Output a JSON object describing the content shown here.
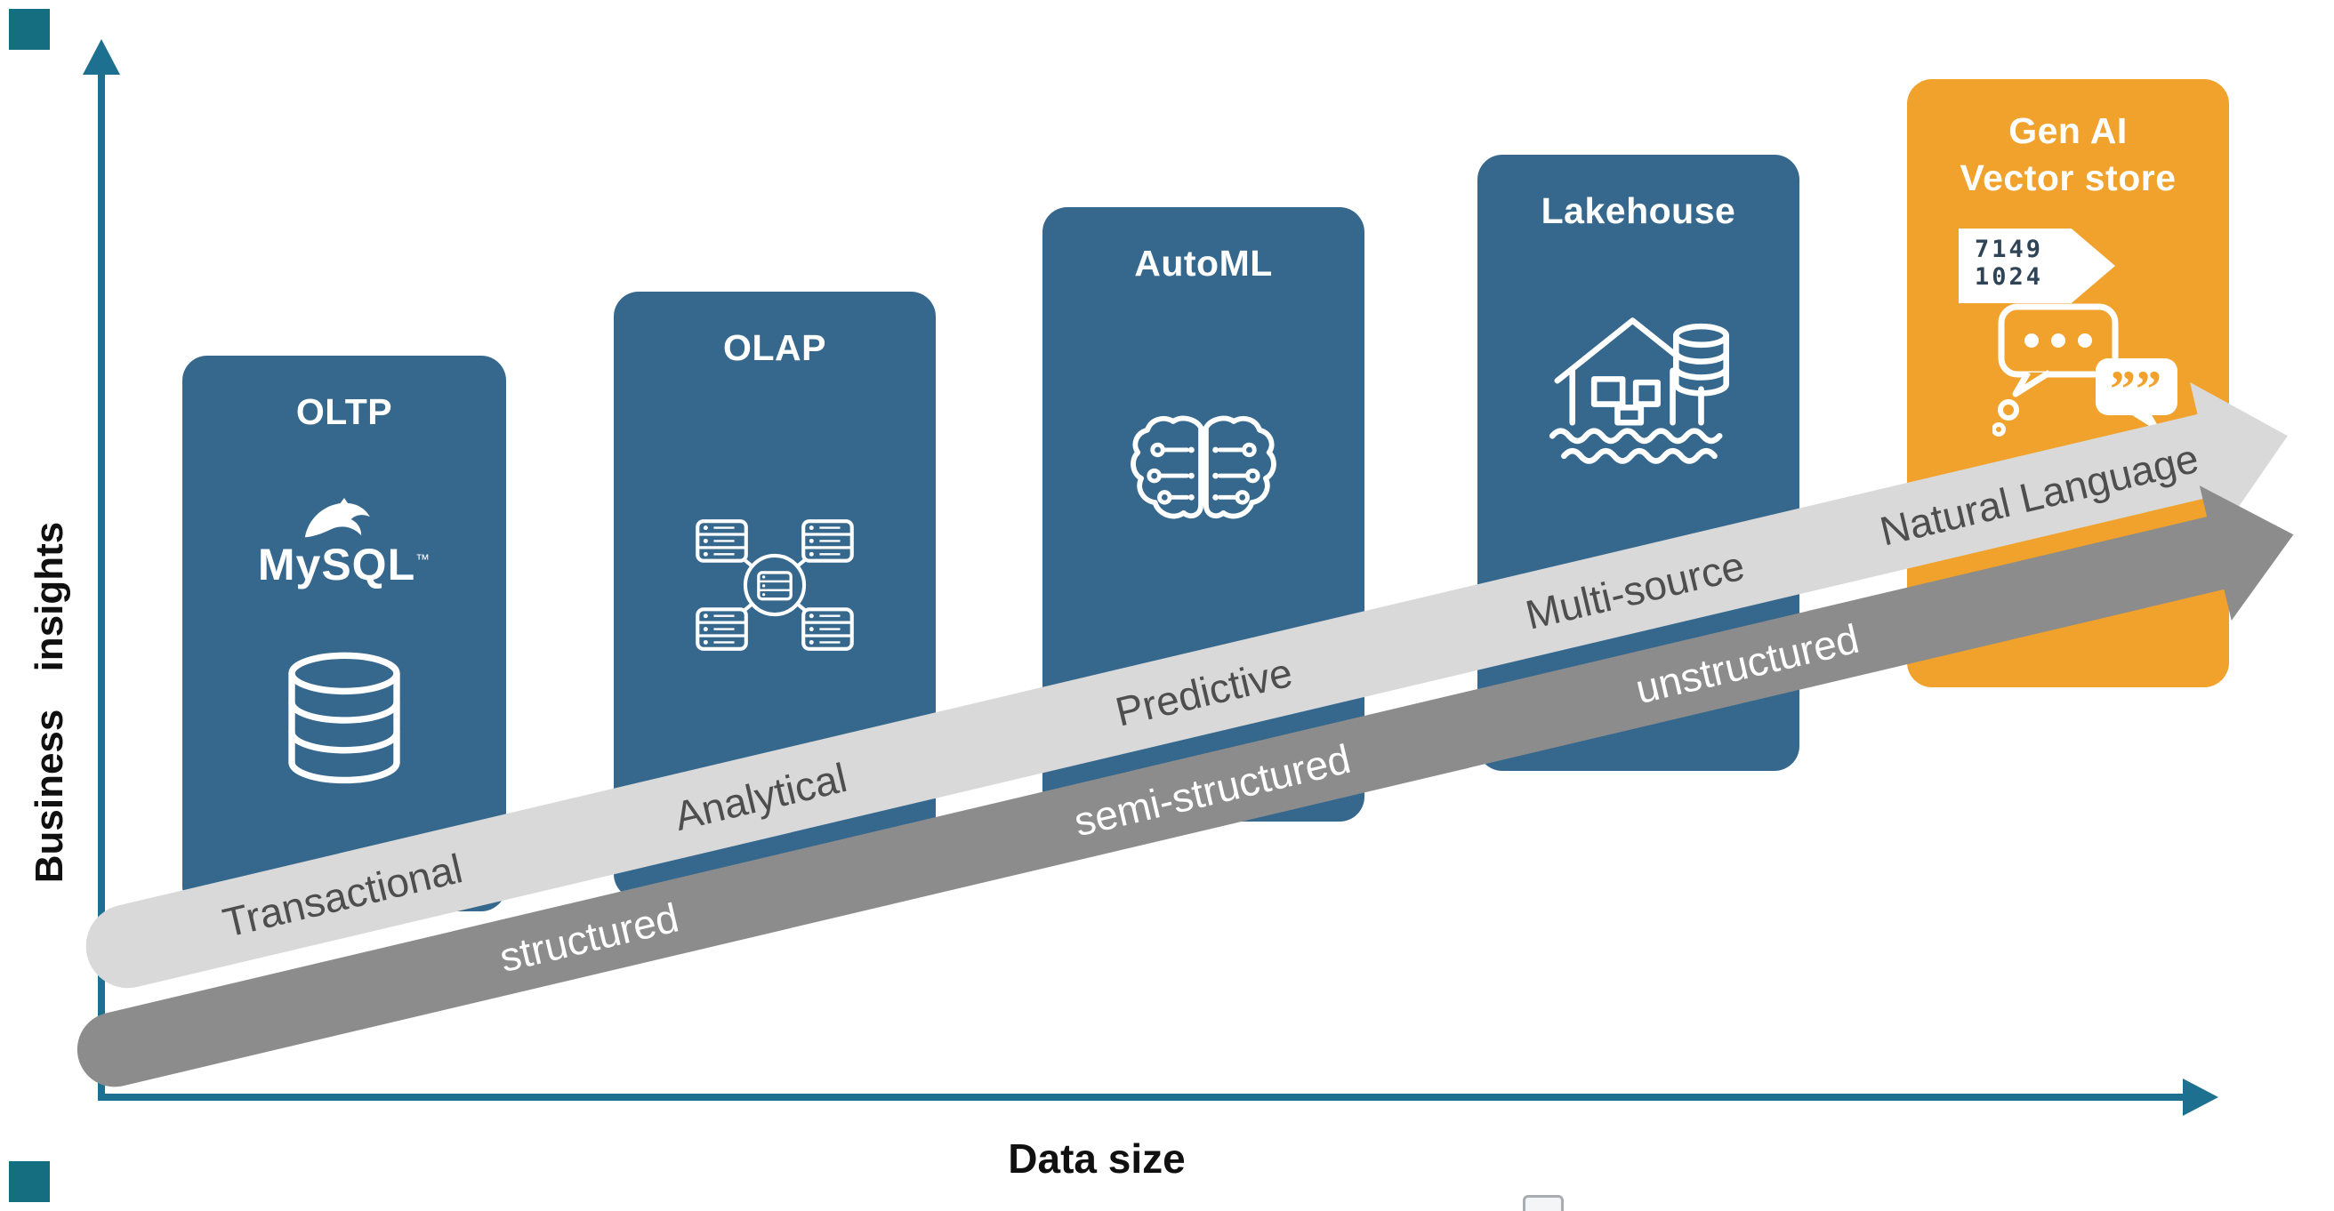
{
  "colors": {
    "axis_teal": "#1E7090",
    "corner_teal": "#156E7F",
    "card_blue": "#36688E",
    "card_orange": "#F0A22C",
    "arrow_light_gray": "#D9D9D9",
    "arrow_dark_gray": "#8C8C8C"
  },
  "axes": {
    "y_label": "Business insights",
    "x_label": "Data size"
  },
  "cards": [
    {
      "title": "OLTP",
      "logo_text": "MySQL",
      "logo_tm": "™"
    },
    {
      "title": "OLAP"
    },
    {
      "title": "AutoML"
    },
    {
      "title": "Lakehouse"
    },
    {
      "title_line1": "Gen AI",
      "title_line2": "Vector store",
      "vector_values": [
        "7149",
        "1024"
      ],
      "quote_glyph": "””"
    }
  ],
  "arrows": {
    "insights": {
      "labels": [
        "Transactional",
        "Analytical",
        "Predictive",
        "Multi-source",
        "Natural Language"
      ]
    },
    "structure": {
      "labels": [
        "structured",
        "semi-structured",
        "unstructured"
      ]
    }
  },
  "icons": {
    "oltp": [
      "mysql-dolphin-icon",
      "database-cylinder-icon"
    ],
    "olap": [
      "distributed-servers-icon"
    ],
    "automl": [
      "brain-circuit-icon"
    ],
    "lakehouse": [
      "lakehouse-house-db-icon"
    ],
    "genai": [
      "vector-tag-icon",
      "chat-bubbles-icon"
    ]
  }
}
